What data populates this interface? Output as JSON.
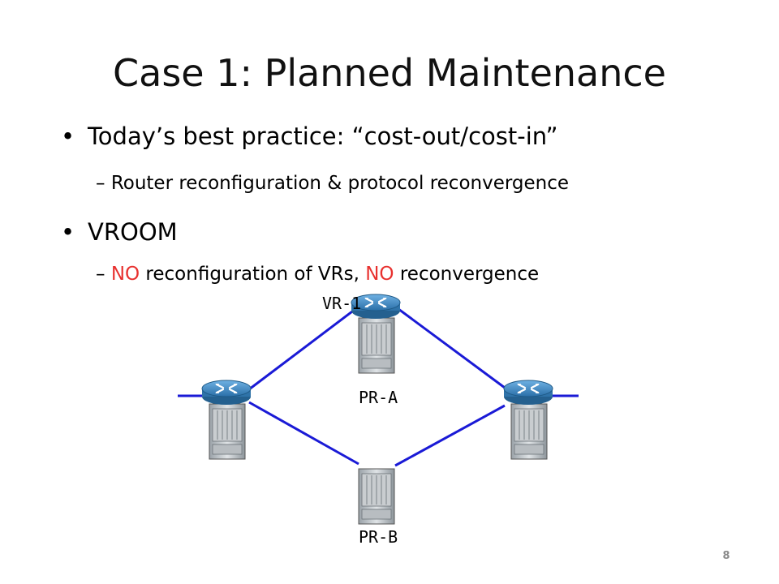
{
  "title": "Case 1: Planned Maintenance",
  "bullets": [
    {
      "marker": "•",
      "text": "Today’s best practice: “cost-out/cost-in”",
      "sub": {
        "dash": "–",
        "text": "Router reconfiguration & protocol reconvergence"
      }
    },
    {
      "marker": "•",
      "text": "VROOM",
      "sub": {
        "dash": "–",
        "no1": "NO",
        "mid": " reconfiguration of VRs, ",
        "no2": "NO",
        "end": " reconvergence"
      }
    }
  ],
  "diagram": {
    "vr_label": "VR-1",
    "pr_a_label": "PR-A",
    "pr_b_label": "PR-B",
    "link_color": "#1a1ad6",
    "router_color": "#3a87c7",
    "router_icon": "router-icon",
    "chassis_icon": "physical-router-chassis-icon"
  },
  "slide_number": "8"
}
